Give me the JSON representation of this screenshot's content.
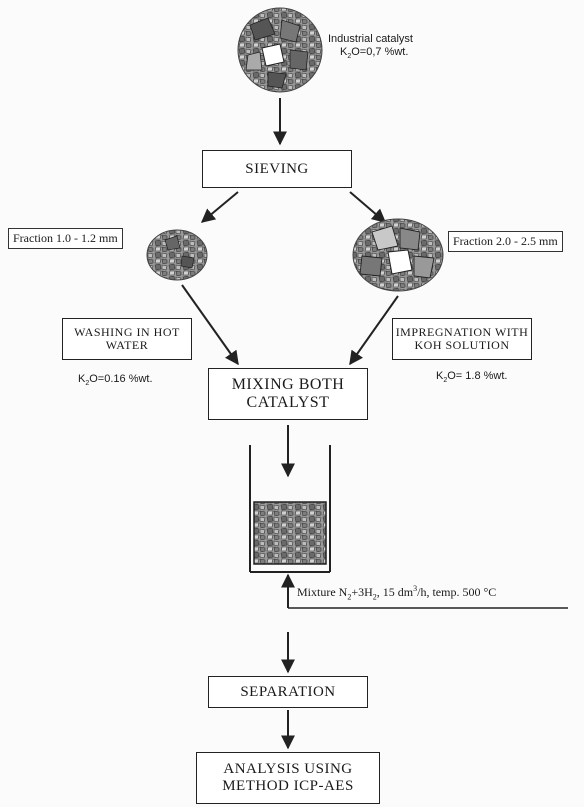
{
  "source": {
    "name": "Industrial catalyst",
    "k2o_prefix": "K",
    "k2o_sub": "2",
    "k2o_value": "O=0,7 %wt."
  },
  "steps": {
    "sieving": "SIEVING",
    "mixing_line1": "MIXING BOTH",
    "mixing_line2": "CATALYST",
    "separation": "SEPARATION",
    "analysis_line1": "ANALYSIS USING",
    "analysis_line2": "METHOD ICP-AES"
  },
  "fractions": {
    "small": "Fraction 1.0 - 1.2 mm",
    "large": "Fraction 2.0 - 2.5 mm"
  },
  "treatments": {
    "washing_line1": "WASHING IN HOT",
    "washing_line2": "WATER",
    "washing_k2o_prefix": "K",
    "washing_k2o_sub": "2",
    "washing_k2o_value": "O=0.16 %wt.",
    "impregnation_line1": "IMPREGNATION WITH",
    "impregnation_line2": "KOH SOLUTION",
    "impregnation_k2o_prefix": "K",
    "impregnation_k2o_sub": "2",
    "impregnation_k2o_value": "O= 1.8 %wt."
  },
  "reactor": {
    "mixture_prefix": "Mixture N",
    "mixture_sub1": "2",
    "mixture_mid": "+3H",
    "mixture_sub2": "2",
    "mixture_rest": ", 15 dm",
    "mixture_sup": "3",
    "mixture_end": "/h, temp. 500 °C"
  }
}
